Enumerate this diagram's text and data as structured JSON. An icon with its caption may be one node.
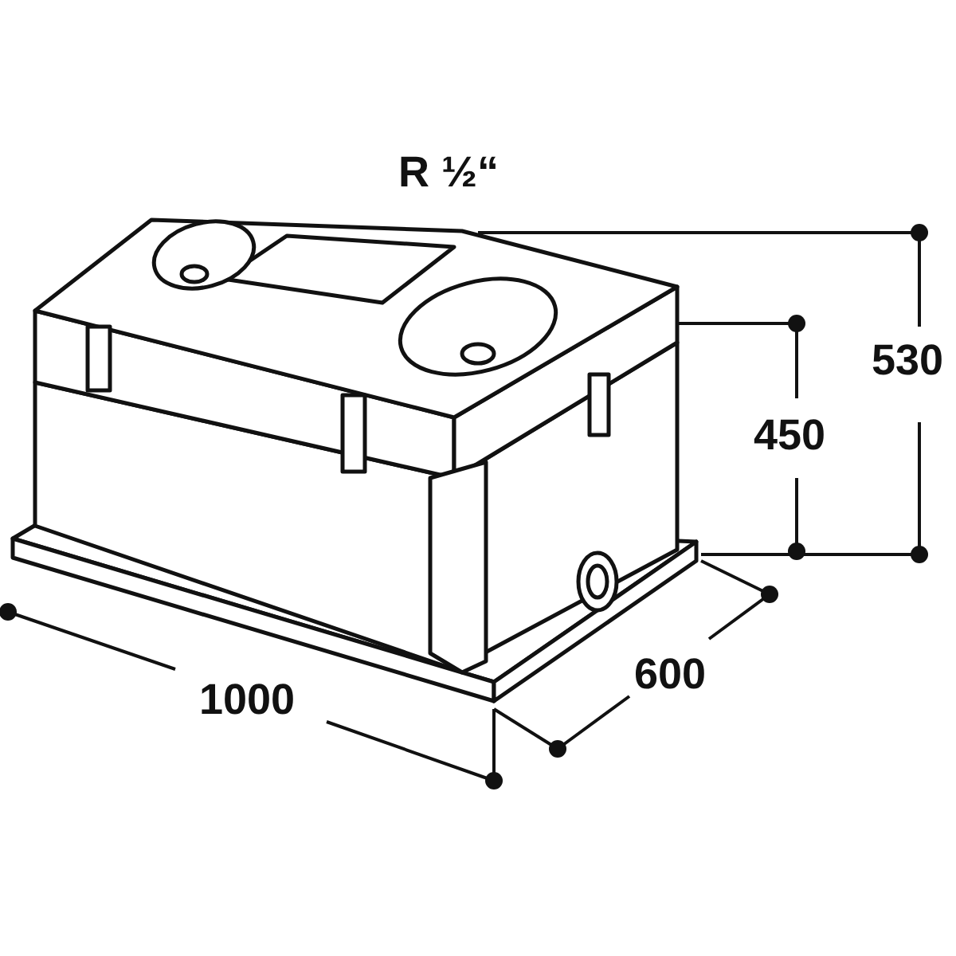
{
  "diagram": {
    "labels": [
      "R ½“",
      "530",
      "450",
      "1000",
      "600"
    ]
  }
}
